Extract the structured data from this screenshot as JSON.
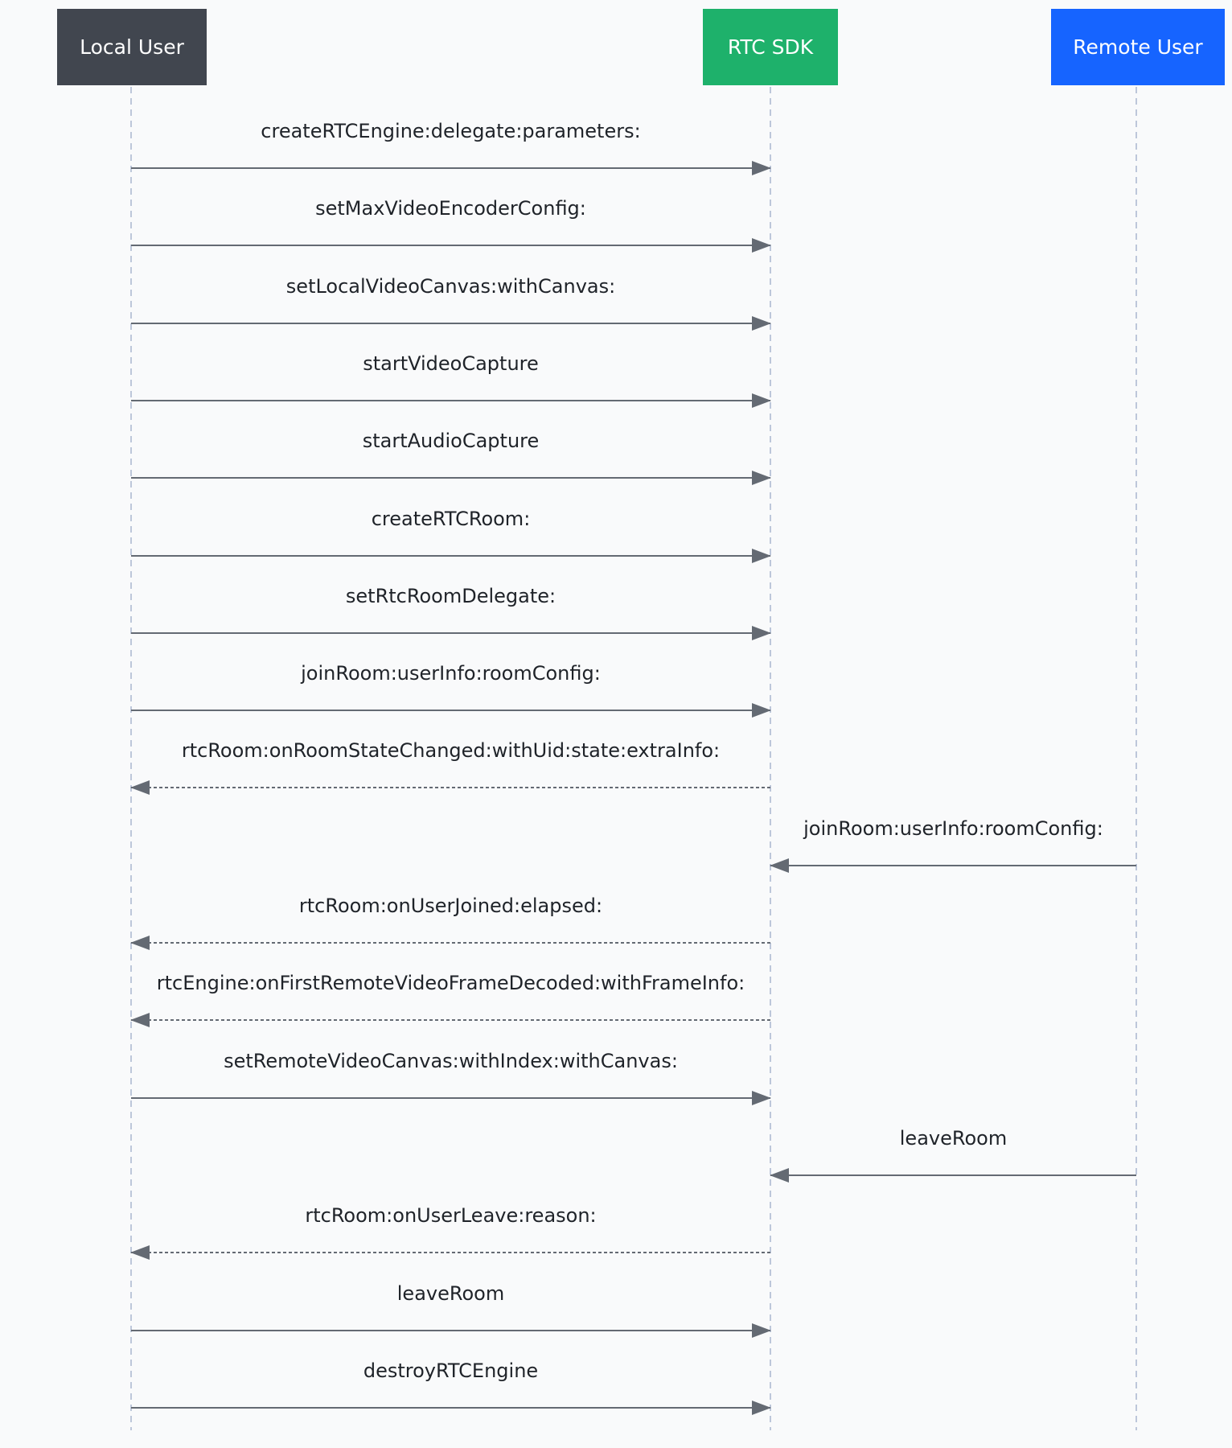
{
  "colors": {
    "background": "#f9fafb",
    "lifeline": "#a9b6cf",
    "arrow": "#646a73",
    "label": "#1f2329"
  },
  "participants": [
    {
      "id": "local",
      "label": "Local User",
      "color": "#41464f"
    },
    {
      "id": "sdk",
      "label": "RTC SDK",
      "color": "#1eb16b"
    },
    {
      "id": "remote",
      "label": "Remote User",
      "color": "#1664ff"
    }
  ],
  "messages": [
    {
      "from": "local",
      "to": "sdk",
      "label": "createRTCEngine:delegate:parameters:",
      "style": "solid"
    },
    {
      "from": "local",
      "to": "sdk",
      "label": "setMaxVideoEncoderConfig:",
      "style": "solid"
    },
    {
      "from": "local",
      "to": "sdk",
      "label": "setLocalVideoCanvas:withCanvas:",
      "style": "solid"
    },
    {
      "from": "local",
      "to": "sdk",
      "label": "startVideoCapture",
      "style": "solid"
    },
    {
      "from": "local",
      "to": "sdk",
      "label": "startAudioCapture",
      "style": "solid"
    },
    {
      "from": "local",
      "to": "sdk",
      "label": "createRTCRoom:",
      "style": "solid"
    },
    {
      "from": "local",
      "to": "sdk",
      "label": "setRtcRoomDelegate:",
      "style": "solid"
    },
    {
      "from": "local",
      "to": "sdk",
      "label": "joinRoom:userInfo:roomConfig:",
      "style": "solid"
    },
    {
      "from": "sdk",
      "to": "local",
      "label": "rtcRoom:onRoomStateChanged:withUid:state:extraInfo:",
      "style": "dashed"
    },
    {
      "from": "remote",
      "to": "sdk",
      "label": "joinRoom:userInfo:roomConfig:",
      "style": "solid"
    },
    {
      "from": "sdk",
      "to": "local",
      "label": "rtcRoom:onUserJoined:elapsed:",
      "style": "dashed"
    },
    {
      "from": "sdk",
      "to": "local",
      "label": "rtcEngine:onFirstRemoteVideoFrameDecoded:withFrameInfo:",
      "style": "dashed"
    },
    {
      "from": "local",
      "to": "sdk",
      "label": "setRemoteVideoCanvas:withIndex:withCanvas:",
      "style": "solid"
    },
    {
      "from": "remote",
      "to": "sdk",
      "label": "leaveRoom",
      "style": "solid"
    },
    {
      "from": "sdk",
      "to": "local",
      "label": "rtcRoom:onUserLeave:reason:",
      "style": "dashed"
    },
    {
      "from": "local",
      "to": "sdk",
      "label": "leaveRoom",
      "style": "solid"
    },
    {
      "from": "local",
      "to": "sdk",
      "label": "destroyRTCEngine",
      "style": "solid"
    }
  ]
}
